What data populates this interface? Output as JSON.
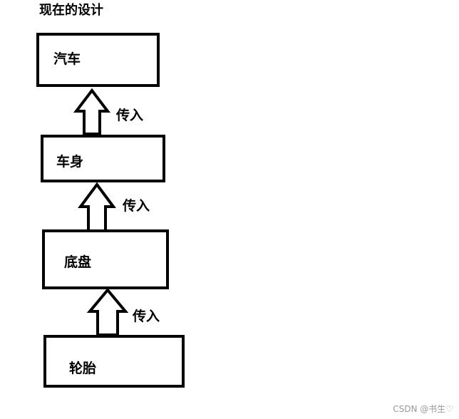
{
  "title": "现在的设计",
  "boxes": [
    {
      "label": "汽车"
    },
    {
      "label": "车身"
    },
    {
      "label": "底盘"
    },
    {
      "label": "轮胎"
    }
  ],
  "arrows": [
    {
      "label": "传入"
    },
    {
      "label": "传入"
    },
    {
      "label": "传入"
    }
  ],
  "watermark": "CSDN @书生♡",
  "colors": {
    "stroke": "#000000",
    "background": "#ffffff",
    "watermark": "#999999"
  }
}
